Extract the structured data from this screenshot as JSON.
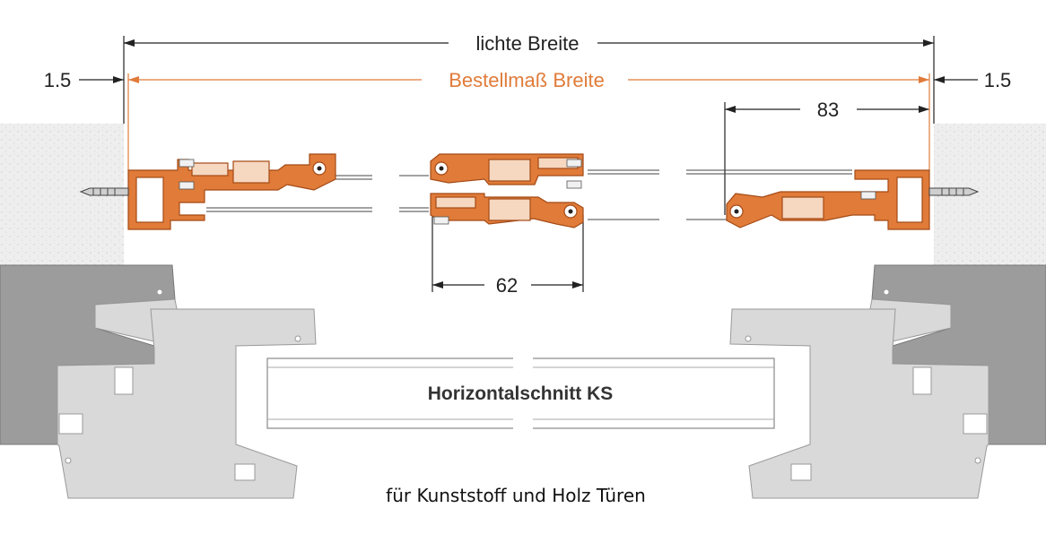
{
  "dimensions": {
    "clear_width": "lichte Breite",
    "order_width": "Bestellmaß Breite",
    "gap_left": "1.5",
    "gap_right": "1.5",
    "side_profile": "83",
    "center_profile": "62"
  },
  "captions": {
    "title": "Horizontalschnitt KS",
    "subtitle": "für Kunststoff und Holz Türen"
  },
  "colors": {
    "profile": "#e07b39",
    "profile_stroke": "#a44a16",
    "wall": "#ededed",
    "frame_dark": "#9c9c9c",
    "frame_light": "#d9d9d9",
    "dimension_line": "#222222"
  }
}
